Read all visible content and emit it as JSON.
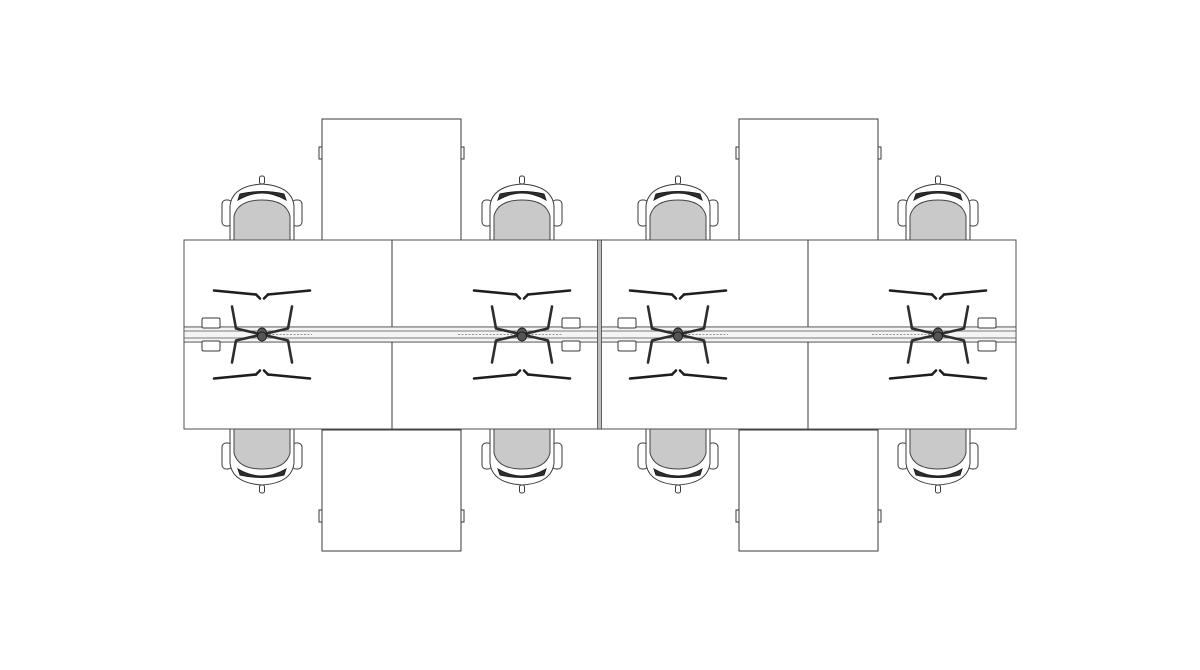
{
  "diagram": {
    "kind": "office benching floor plan (top view)",
    "workstations": {
      "count": 8,
      "rows": 2,
      "per_row": 4
    },
    "chairs": {
      "count": 8
    },
    "storage_pedestals": {
      "count": 4
    },
    "monitor_arms": {
      "count": 8
    },
    "colors": {
      "line": "#3a3a3a",
      "chair_seat": "#c9c9c9",
      "chair_back": "#2e2e2e",
      "background": "#ffffff"
    }
  }
}
